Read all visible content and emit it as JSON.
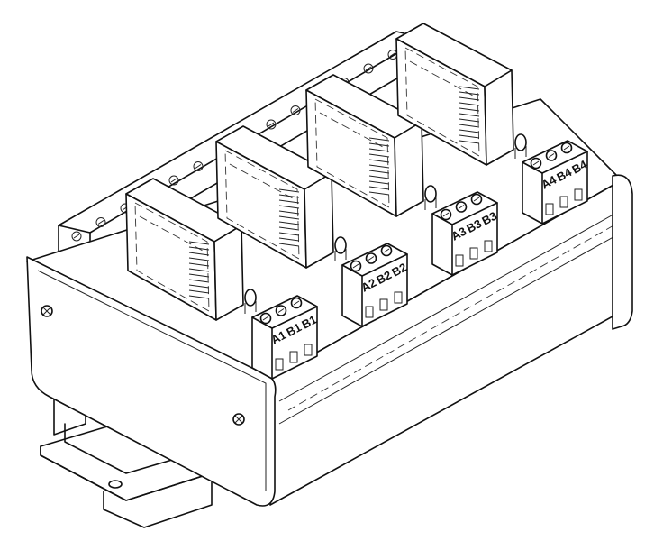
{
  "terminal_groups": [
    {
      "labels": [
        "A1",
        "B1",
        "B1"
      ]
    },
    {
      "labels": [
        "A2",
        "B2",
        "B2"
      ]
    },
    {
      "labels": [
        "A3",
        "B3",
        "B3"
      ]
    },
    {
      "labels": [
        "A4",
        "B4",
        "B4"
      ]
    }
  ]
}
